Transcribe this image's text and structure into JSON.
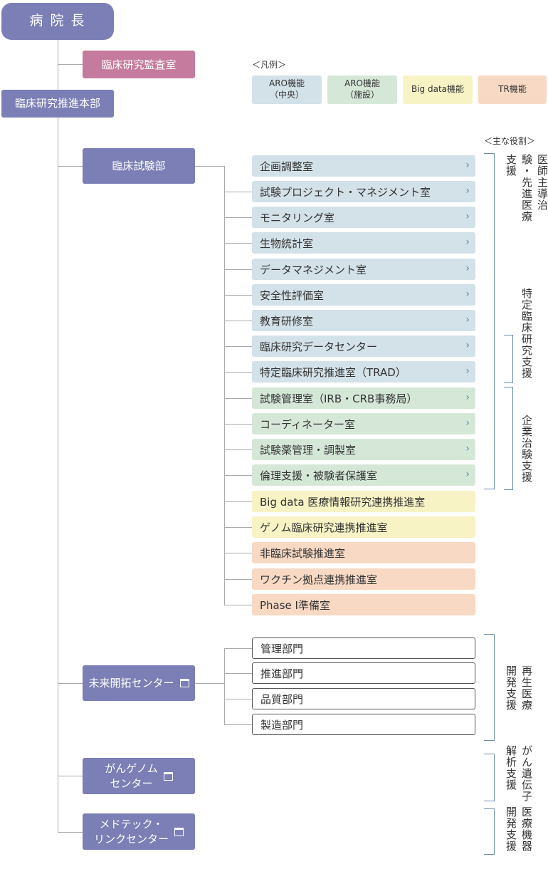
{
  "director": "病 院 長",
  "audit_office": "臨床研究監査室",
  "promotion_hq": "臨床研究推進本部",
  "legend": {
    "title": "＜凡例＞",
    "items": [
      {
        "line1": "ARO機能",
        "line2": "（中央）",
        "color": "#d3e1e8"
      },
      {
        "line1": "ARO機能",
        "line2": "（施設）",
        "color": "#d5e8d8"
      },
      {
        "line1": "Big data機能",
        "line2": "",
        "color": "#f7f3c5"
      },
      {
        "line1": "TR機能",
        "line2": "",
        "color": "#f7d9c4"
      }
    ]
  },
  "roles_title": "＜主な役割＞",
  "clinical_trial_dept": "臨床試験部",
  "departments": [
    {
      "label": "企画調整室",
      "kind": "aro",
      "chevron": "›"
    },
    {
      "label": "試験プロジェクト・マネジメント室",
      "kind": "aro",
      "chevron": "›"
    },
    {
      "label": "モニタリング室",
      "kind": "aro",
      "chevron": "›"
    },
    {
      "label": "生物統計室",
      "kind": "aro",
      "chevron": "›"
    },
    {
      "label": "データマネジメント室",
      "kind": "aro",
      "chevron": "›"
    },
    {
      "label": "安全性評価室",
      "kind": "aro",
      "chevron": "›"
    },
    {
      "label": "教育研修室",
      "kind": "aro",
      "chevron": "›"
    },
    {
      "label": "臨床研究データセンター",
      "kind": "aro",
      "chevron": "›"
    },
    {
      "label": "特定臨床研究推進室（TRAD）",
      "kind": "aro",
      "chevron": "›"
    },
    {
      "label": "試験管理室（IRB・CRB事務局）",
      "kind": "site",
      "chevron": "›"
    },
    {
      "label": "コーディネーター室",
      "kind": "site",
      "chevron": "›"
    },
    {
      "label": "試験薬管理・調製室",
      "kind": "site",
      "chevron": "›"
    },
    {
      "label": "倫理支援・被験者保護室",
      "kind": "site",
      "chevron": "›"
    },
    {
      "label": "Big data 医療情報研究連携推進室",
      "kind": "big",
      "chevron": ""
    },
    {
      "label": "ゲノム臨床研究連携推進室",
      "kind": "big",
      "chevron": ""
    },
    {
      "label": "非臨床試験推進室",
      "kind": "tr",
      "chevron": ""
    },
    {
      "label": "ワクチン拠点連携推進室",
      "kind": "tr",
      "chevron": ""
    },
    {
      "label": "Phase I準備室",
      "kind": "tr",
      "chevron": ""
    }
  ],
  "roles": {
    "r1": "医師主導治験・先進医療支援",
    "r2": "特定臨床研究支援",
    "r3": "企業治験支援",
    "r4": "再生医療開発支援",
    "r5": "がん遺伝子解析支援",
    "r6": "医療機器開発支援"
  },
  "future_center": "未来開拓センター",
  "future_units": [
    "管理部門",
    "推進部門",
    "品質部門",
    "製造部門"
  ],
  "genome_center": {
    "line1": "がんゲノム",
    "line2": "センター"
  },
  "medtech_center": {
    "line1": "メドテック・",
    "line2": "リンクセンター"
  }
}
